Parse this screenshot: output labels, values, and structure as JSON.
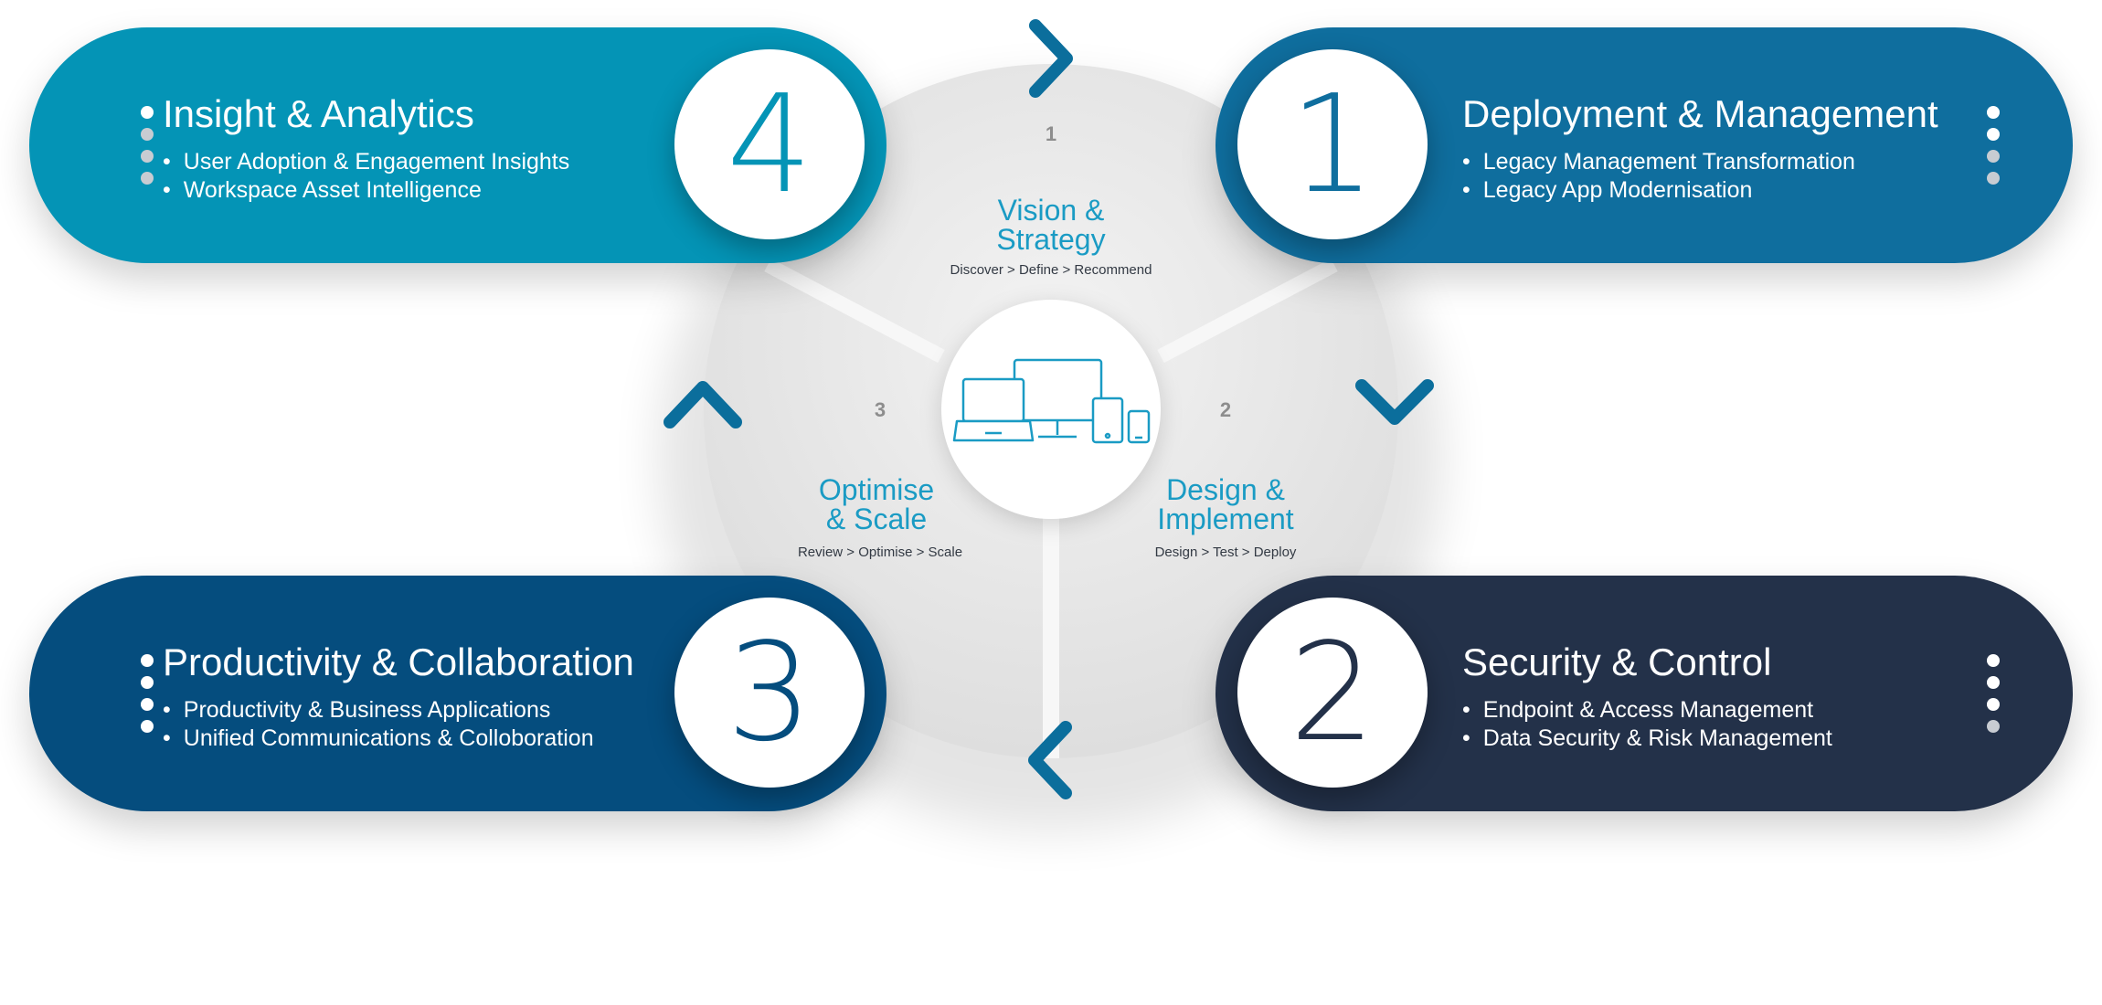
{
  "hub": {
    "icon": "devices-icon",
    "phases": [
      {
        "number": "1",
        "title_line1": "Vision &",
        "title_line2": "Strategy",
        "steps": "Discover > Define > Recommend"
      },
      {
        "number": "2",
        "title_line1": "Design &",
        "title_line2": "Implement",
        "steps": "Design > Test > Deploy"
      },
      {
        "number": "3",
        "title_line1": "Optimise",
        "title_line2": "& Scale",
        "steps": "Review > Optimise > Scale"
      }
    ]
  },
  "pillars": [
    {
      "number": "1",
      "title": "Deployment & Management",
      "color": "#0f6e9e",
      "bullets": [
        "Legacy Management Transformation",
        "Legacy App Modernisation"
      ]
    },
    {
      "number": "2",
      "title": "Security & Control",
      "color": "#233149",
      "bullets": [
        "Endpoint & Access Management",
        "Data Security & Risk Management"
      ]
    },
    {
      "number": "3",
      "title": "Productivity & Collaboration",
      "color": "#054d7e",
      "bullets": [
        "Productivity & Business Applications",
        "Unified Communications & Colloboration"
      ]
    },
    {
      "number": "4",
      "title": "Insight & Analytics",
      "color": "#0494b6",
      "bullets": [
        "User Adoption & Engagement Insights",
        "Workspace Asset Intelligence"
      ]
    }
  ],
  "colors": {
    "accent_text": "#1a9bc4",
    "chevron": "#0b6e9c",
    "disc": "#ebebeb",
    "dot_active": "#ffffff",
    "dot_inactive": "#c8ccd2"
  },
  "arrows": [
    "chevron-right-icon",
    "chevron-down-icon",
    "chevron-left-icon",
    "chevron-up-icon"
  ]
}
